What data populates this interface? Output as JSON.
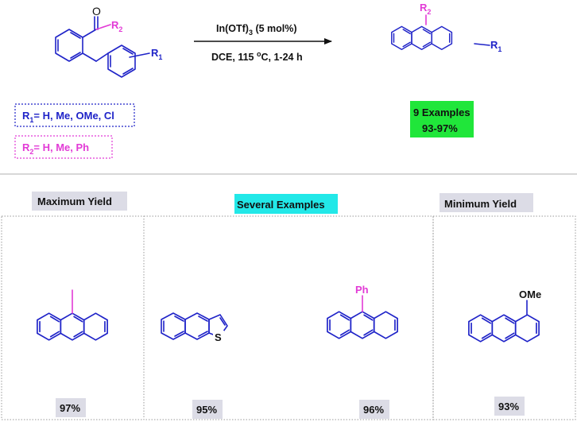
{
  "reaction": {
    "reagent_prefix": "In(OTf)",
    "reagent_sub": "3",
    "reagent_suffix": " (5 mol%)",
    "conditions_prefix": "DCE, 115 ",
    "conditions_sup": "o",
    "conditions_suffix": "C, 1-24 h",
    "sm_carbonyl_O": "O",
    "sm_R2_main": "R",
    "sm_R2_sub": "2",
    "sm_R1_main": "R",
    "sm_R1_sub": "1",
    "prod_R2_main": "R",
    "prod_R2_sub": "2",
    "prod_R1_main": "R",
    "prod_R1_sub": "1"
  },
  "substituents": {
    "r1_main": "R",
    "r1_sub": "1",
    "r1_values": "= H, Me, OMe, Cl",
    "r2_main": "R",
    "r2_sub": "2",
    "r2_values": "= H, Me, Ph"
  },
  "summary": {
    "examples": "9 Examples",
    "yield_range": "93-97%"
  },
  "sections": {
    "maximum": "Maximum Yield",
    "several": "Several Examples",
    "minimum": "Minimum Yield"
  },
  "examples": [
    {
      "yield": "97%"
    },
    {
      "yield": "95%",
      "atom_label": "S"
    },
    {
      "yield": "96%",
      "substituent": "Ph"
    },
    {
      "yield": "93%",
      "substituent": "OMe"
    }
  ],
  "colors": {
    "bond_blue": "#1f23c8",
    "substituent_pink": "#e23ad6",
    "summary_green": "#20e63a",
    "label_grey": "#dcdce6",
    "label_cyan": "#22e8e8"
  }
}
